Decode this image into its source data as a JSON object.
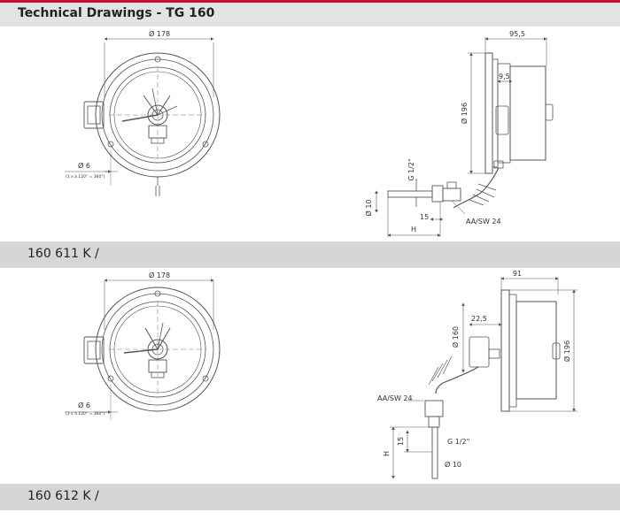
{
  "header": {
    "title": "Technical Drawings - TG 160"
  },
  "sections": [
    {
      "code": "160 611 K /",
      "front": {
        "diameter": "Ø 178",
        "hole": "Ø 6",
        "hole_note": "(3 x à 120° = 360°)"
      },
      "side": {
        "depth": "95,5",
        "offset": "9,5",
        "diameter": "Ø 196",
        "thread": "G 1/2\"",
        "stem_diameter": "Ø 10",
        "stem_offset": "15",
        "wrench": "AA/SW 24",
        "height": "H"
      }
    },
    {
      "code": "160 612 K /",
      "front": {
        "diameter": "Ø 178",
        "hole": "Ø 6",
        "hole_note": "(3 x à 120° = 360°)"
      },
      "side": {
        "depth": "91",
        "offset": "22,5",
        "inner_diameter": "Ø 160",
        "diameter": "Ø 196",
        "thread": "G 1/2\"",
        "stem_diameter": "Ø 10",
        "stem_offset": "15",
        "wrench": "AA/SW 24",
        "height": "H"
      }
    }
  ]
}
